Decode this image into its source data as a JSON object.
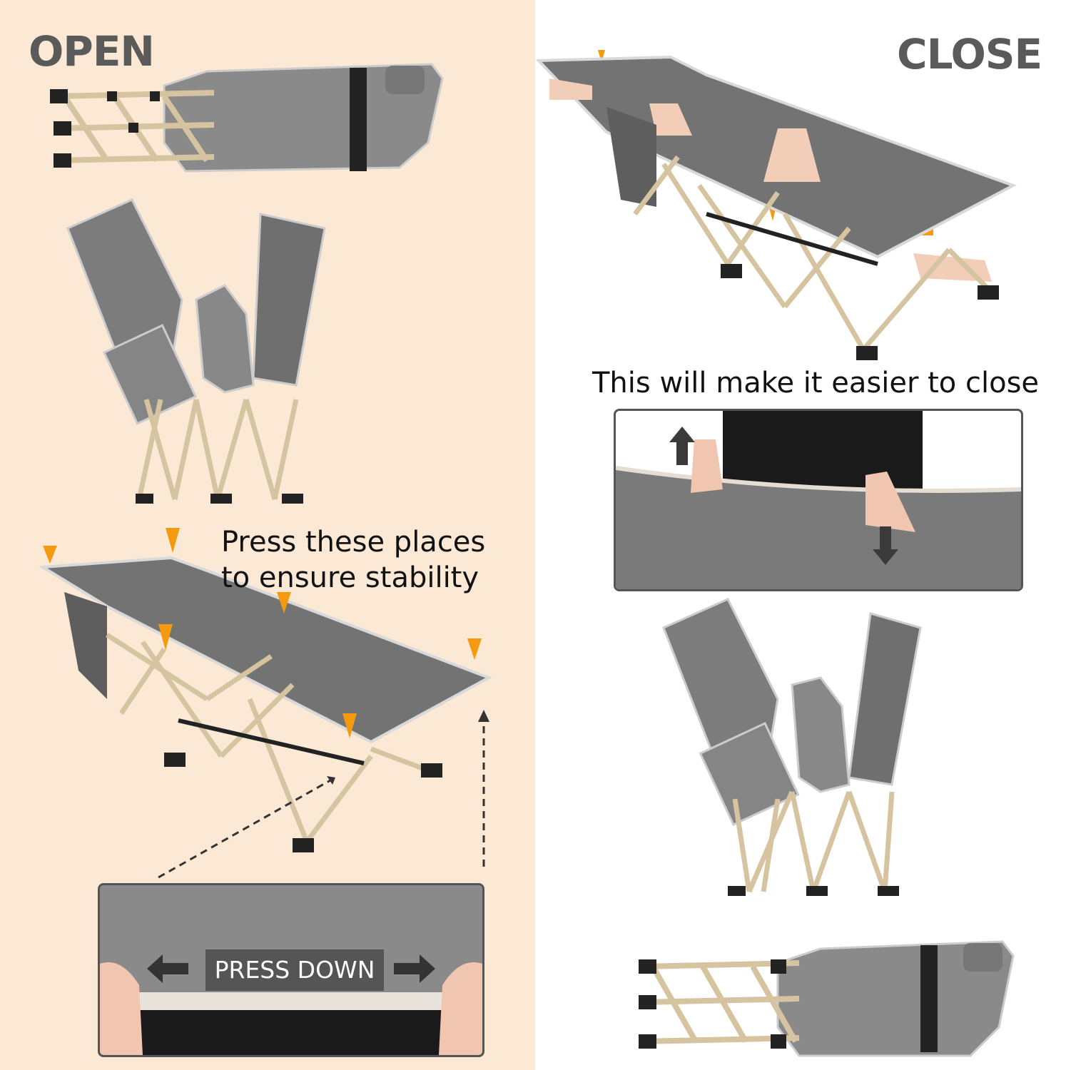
{
  "headings": {
    "open": "OPEN",
    "close": "CLOSE"
  },
  "captions": {
    "stability_line1": "Press these places",
    "stability_line2": "to ensure stability",
    "easier_close": "This will make it easier to close"
  },
  "inset_label": "PRESS DOWN",
  "colors": {
    "left_background": "#fbe9d6",
    "right_background": "#ffffff",
    "fabric_gray": "#6e6e6e",
    "frame_tan": "#d6c4a0",
    "marker_orange": "#f39a10",
    "heading_gray": "#5a5a5a"
  },
  "icons": [
    "press-point-marker",
    "up-arrow-icon",
    "down-arrow-icon",
    "left-arrow-icon",
    "right-arrow-icon"
  ]
}
